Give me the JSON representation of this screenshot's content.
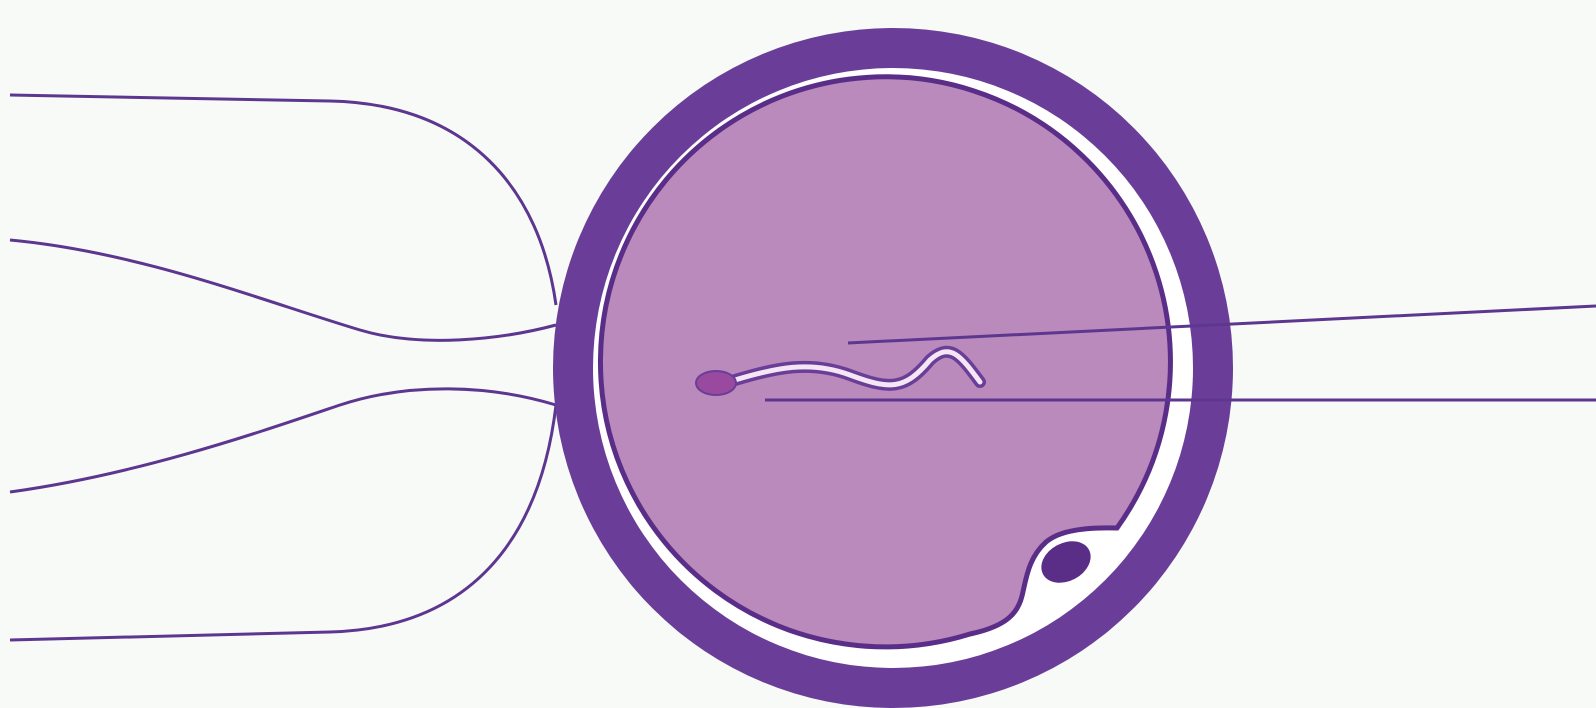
{
  "diagram": {
    "subject": "",
    "labels": []
  },
  "colors": {
    "background": "#f7faf7",
    "zona_pellucida": "#6a3e98",
    "perivitelline_space": "#ffffff",
    "membrane": "#5a2e88",
    "cytoplasm": "#b98abb",
    "leader_line": "#5d3690",
    "sperm_head": "#9a4a9e",
    "sperm_tail_outer": "#6a3e98",
    "sperm_tail_inner": "#f4e6f4",
    "polar_body": "#5a2e86"
  },
  "icons": {
    "oocyte": "oocyte-illustration",
    "sperm": "sperm-cell-illustration",
    "polar_body": "polar-body-illustration"
  }
}
